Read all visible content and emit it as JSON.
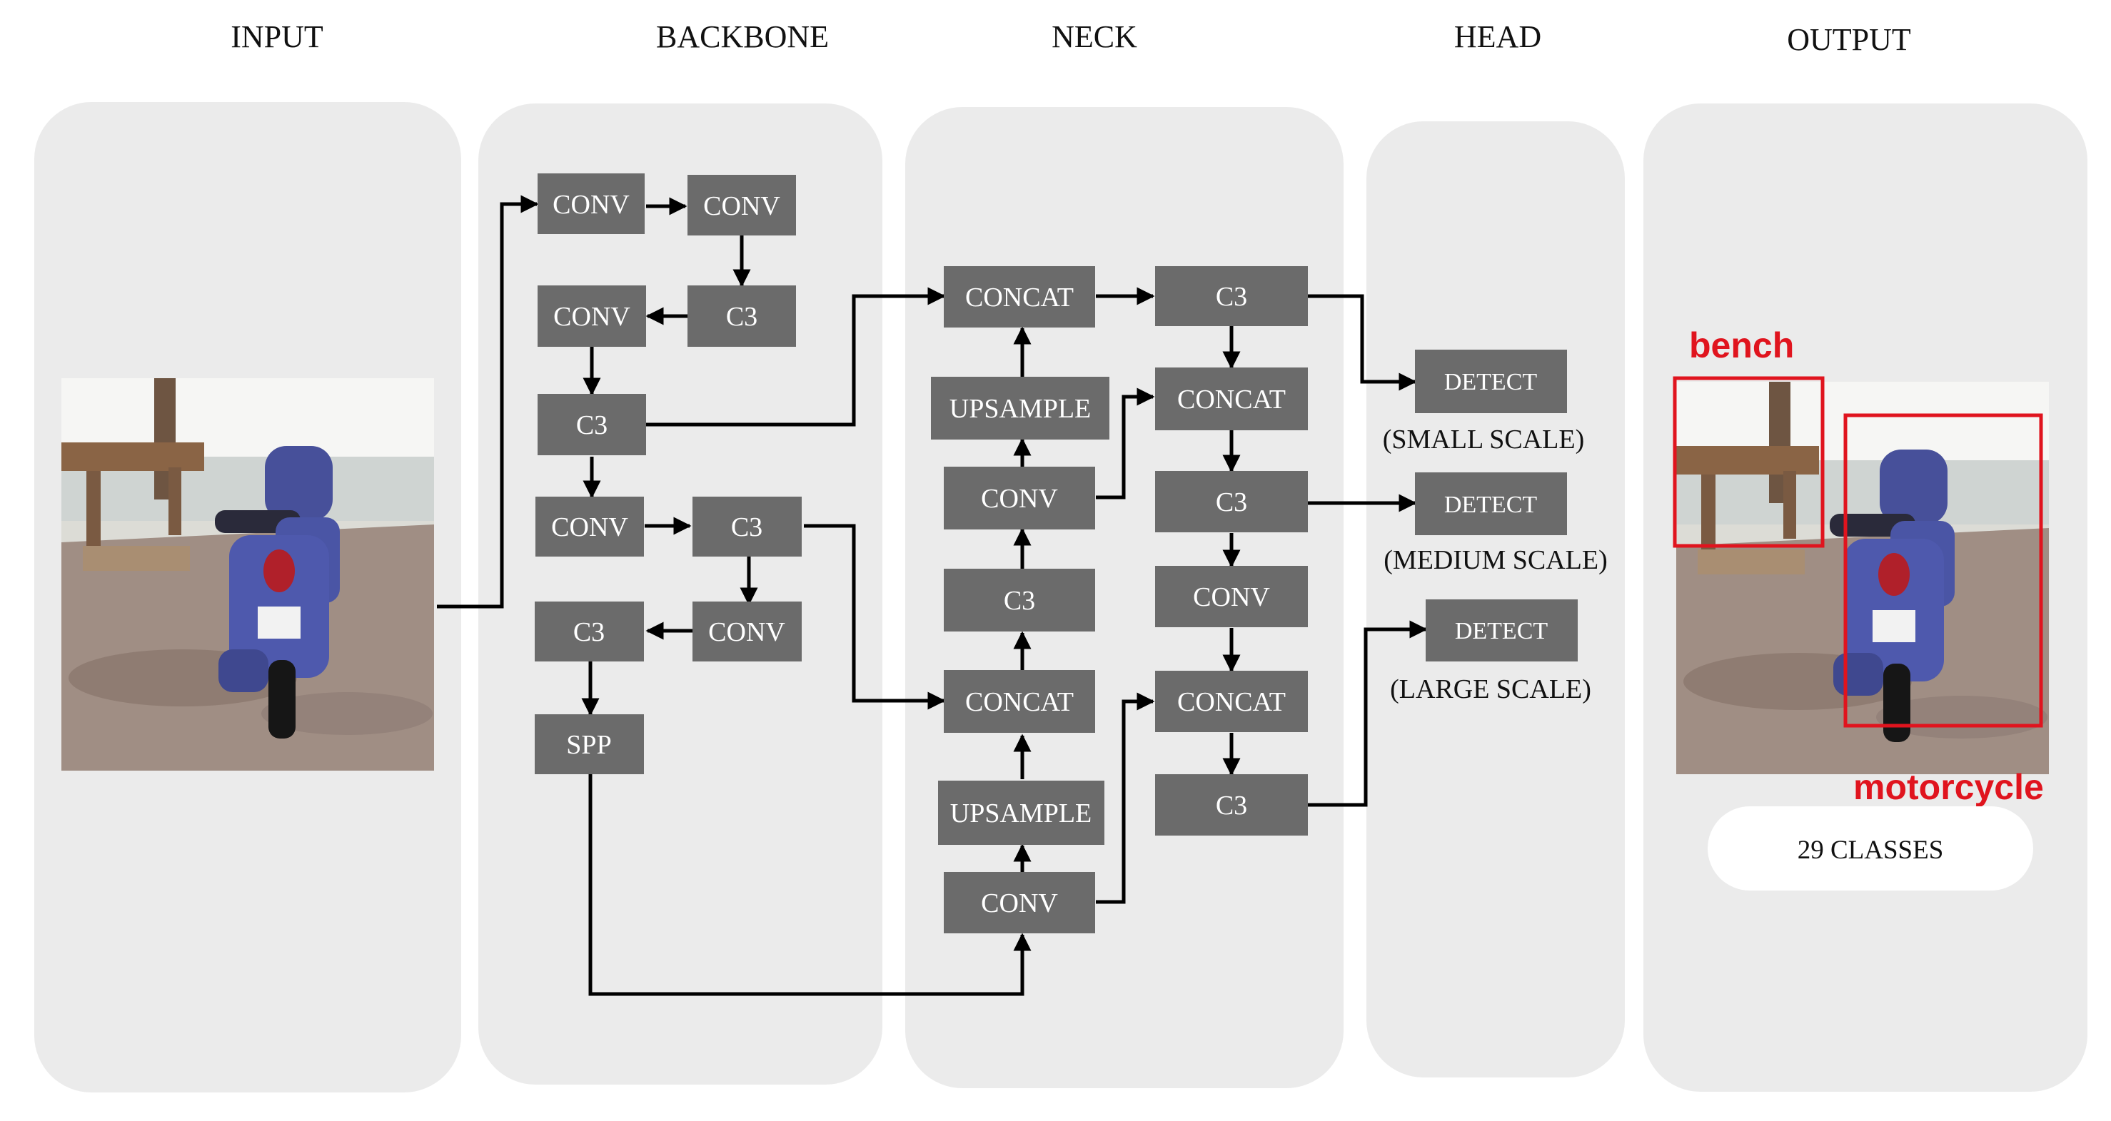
{
  "sections": {
    "input": "INPUT",
    "backbone": "BACKBONE",
    "neck": "NECK",
    "head": "HEAD",
    "output": "OUTPUT"
  },
  "backbone": {
    "b1": "CONV",
    "b2": "CONV",
    "b3": "C3",
    "b4": "CONV",
    "b5": "C3",
    "b6": "CONV",
    "b7": "C3",
    "b8": "CONV",
    "b9": "C3",
    "b10": "SPP"
  },
  "neck": {
    "n_concat1": "CONCAT",
    "n_upsample1": "UPSAMPLE",
    "n_conv1": "CONV",
    "n_c3_mid": "C3",
    "n_concat2": "CONCAT",
    "n_upsample2": "UPSAMPLE",
    "n_conv2": "CONV",
    "n_c3_a": "C3",
    "n_concat3": "CONCAT",
    "n_c3_b": "C3",
    "n_conv3": "CONV",
    "n_concat4": "CONCAT",
    "n_c3_c": "C3"
  },
  "head": {
    "detect_small": "DETECT",
    "scale_small": "(SMALL SCALE)",
    "detect_medium": "DETECT",
    "scale_medium": "(MEDIUM SCALE)",
    "detect_large": "DETECT",
    "scale_large": "(LARGE SCALE)"
  },
  "output": {
    "label_bench": "bench",
    "label_motorcycle": "motorcycle",
    "class_count": "29 CLASSES"
  },
  "colors": {
    "panel": "#ebebeb",
    "block": "#6b6b6b",
    "arrow": "#000000",
    "detection": "#e0141e"
  }
}
